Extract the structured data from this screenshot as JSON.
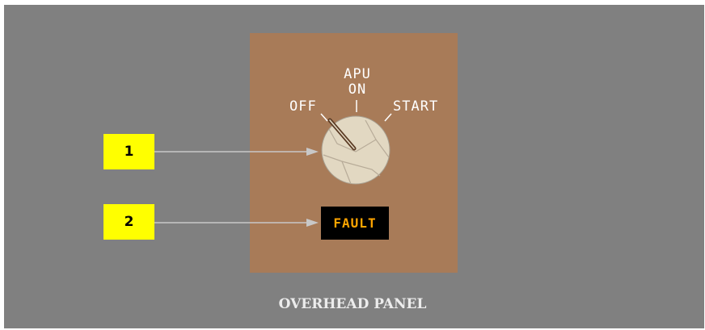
{
  "panel": {
    "title": "OVERHEAD PANEL"
  },
  "apu_switch": {
    "label_line1": "APU",
    "label_line2": "ON",
    "positions": [
      "OFF",
      "ON",
      "START"
    ],
    "off_label": "OFF",
    "start_label": "START",
    "selected_position": "OFF"
  },
  "fault_light": {
    "label": "FAULT"
  },
  "annotations": [
    {
      "number": "1",
      "target": "apu-selector-knob"
    },
    {
      "number": "2",
      "target": "fault-light"
    }
  ],
  "colors": {
    "background": "#808080",
    "panel": "#a87b58",
    "knob": "#e2d8c2",
    "callout": "#ffff00",
    "fault_text": "#ffa500",
    "leader_line": "#c8c8c8"
  }
}
